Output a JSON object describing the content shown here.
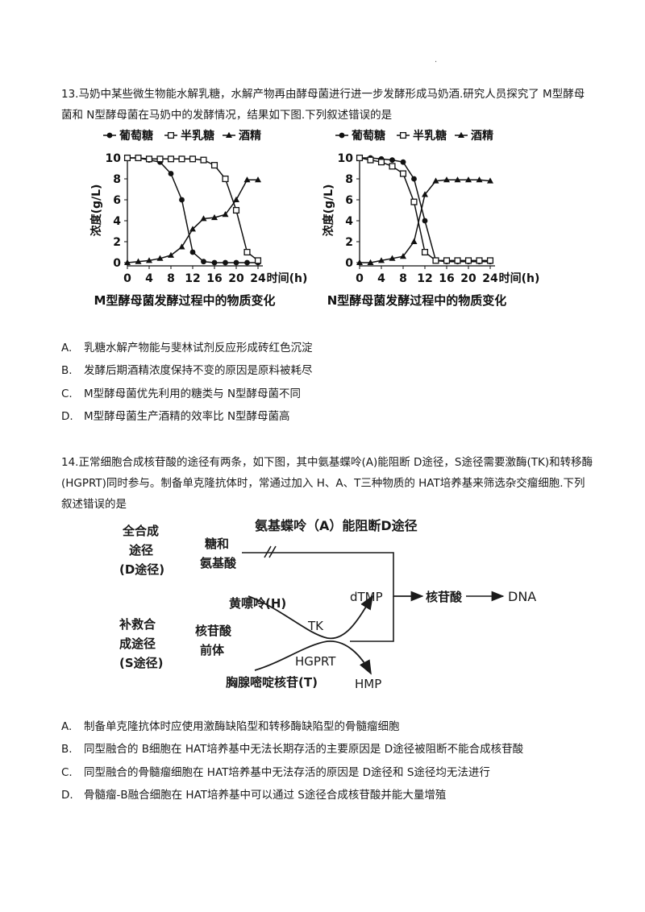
{
  "q13": {
    "stem": "13.马奶中某些微生物能水解乳糖，水解产物再由酵母菌进行进一步发酵形成马奶酒.研究人员探究了 M型酵母菌和 N型酵母菌在马奶中的发酵情况，结果如下图.下列叙述错误的是",
    "legend": [
      "葡萄糖",
      "半乳糖",
      "酒精"
    ],
    "ylabel": "浓度(g/L)",
    "xunit": "时间(h)",
    "options": [
      {
        "key": "A.",
        "text": "乳糖水解产物能与斐林试剂反应形成砖红色沉淀"
      },
      {
        "key": "B.",
        "text": "发酵后期酒精浓度保持不变的原因是原料被耗尽"
      },
      {
        "key": "C.",
        "text": "M型酵母菌优先利用的糖类与 N型酵母菌不同"
      },
      {
        "key": "D.",
        "text": "M型酵母菌生产酒精的效率比 N型酵母菌高"
      }
    ]
  },
  "chart_data": [
    {
      "type": "line",
      "title": "M型酵母菌发酵过程中的物质变化",
      "xlabel": "时间(h)",
      "ylabel": "浓度(g/L)",
      "xlim": [
        0,
        24
      ],
      "ylim": [
        0,
        10
      ],
      "xticks": [
        0,
        4,
        8,
        12,
        16,
        20,
        24
      ],
      "yticks": [
        0,
        2,
        4,
        6,
        8,
        10
      ],
      "series": [
        {
          "name": "葡萄糖",
          "marker": "filled-circle",
          "x": [
            0,
            2,
            4,
            6,
            8,
            10,
            12,
            14,
            16,
            18,
            20,
            22,
            24
          ],
          "y": [
            10,
            10,
            9.8,
            9.6,
            8.5,
            6,
            1,
            0.1,
            0,
            0,
            0,
            0,
            0
          ]
        },
        {
          "name": "半乳糖",
          "marker": "open-square",
          "x": [
            0,
            2,
            4,
            6,
            8,
            10,
            12,
            14,
            16,
            18,
            20,
            22,
            24
          ],
          "y": [
            10,
            10,
            9.9,
            9.9,
            9.9,
            9.9,
            9.9,
            9.8,
            9.3,
            8,
            5,
            1,
            0.2
          ]
        },
        {
          "name": "酒精",
          "marker": "filled-triangle",
          "x": [
            0,
            2,
            4,
            6,
            8,
            10,
            12,
            14,
            16,
            18,
            20,
            22,
            24
          ],
          "y": [
            0,
            0.1,
            0.2,
            0.4,
            0.7,
            1.5,
            3.2,
            4.2,
            4.3,
            4.6,
            6,
            7.9,
            7.9
          ]
        }
      ]
    },
    {
      "type": "line",
      "title": "N型酵母菌发酵过程中的物质变化",
      "xlabel": "时间(h)",
      "ylabel": "浓度(g/L)",
      "xlim": [
        0,
        24
      ],
      "ylim": [
        0,
        10
      ],
      "xticks": [
        0,
        4,
        8,
        12,
        16,
        20,
        24
      ],
      "yticks": [
        0,
        2,
        4,
        6,
        8,
        10
      ],
      "series": [
        {
          "name": "葡萄糖",
          "marker": "filled-circle",
          "x": [
            0,
            2,
            4,
            6,
            8,
            10,
            12,
            14,
            16,
            18,
            20,
            22,
            24
          ],
          "y": [
            10,
            10,
            9.9,
            9.8,
            9.6,
            8,
            4,
            0.2,
            0.1,
            0.1,
            0.1,
            0.1,
            0.1
          ]
        },
        {
          "name": "半乳糖",
          "marker": "open-square",
          "x": [
            0,
            2,
            4,
            6,
            8,
            10,
            12,
            14,
            16,
            18,
            20,
            22,
            24
          ],
          "y": [
            10,
            9.8,
            9.6,
            9.2,
            8.5,
            5.8,
            1,
            0.2,
            0.2,
            0.2,
            0.2,
            0.2,
            0.2
          ]
        },
        {
          "name": "酒精",
          "marker": "filled-triangle",
          "x": [
            0,
            2,
            4,
            6,
            8,
            10,
            12,
            14,
            16,
            18,
            20,
            22,
            24
          ],
          "y": [
            0,
            0,
            0.2,
            0.4,
            0.6,
            2,
            6.5,
            7.8,
            7.9,
            7.9,
            7.9,
            7.9,
            7.8
          ]
        }
      ]
    }
  ],
  "q14": {
    "stem": "14.正常细胞合成核苷酸的途径有两条，如下图，其中氨基蝶呤(A)能阻断 D途径，S途径需要激酶(TK)和转移酶(HGPRT)同时参与。制备单克隆抗体时，常通过加入 H、A、T三种物质的 HAT培养基来筛选杂交瘤细胞.下列叙述错误的是",
    "diagram": {
      "d_path_title": [
        "全合成",
        "途径",
        "(D途径)"
      ],
      "s_path_title": [
        "补救合",
        "成途径",
        "(S途径)"
      ],
      "block_label": "氨基蝶呤（A）能阻断D途径",
      "sugar_aa": [
        "糖和",
        "氨基酸"
      ],
      "nucleotide_precursor": [
        "核苷酸",
        "前体"
      ],
      "hypoxanthine": "黄嘌呤(H)",
      "thymidine": "胸腺嘧啶核苷(T)",
      "dtmp": "dTMP",
      "hmp": "HMP",
      "tk": "TK",
      "hgprt": "HGPRT",
      "nucleotide": "核苷酸",
      "dna": "DNA"
    },
    "options": [
      {
        "key": "A.",
        "text": "制备单克隆抗体时应使用激酶缺陷型和转移酶缺陷型的骨髓瘤细胞"
      },
      {
        "key": "B.",
        "text": "同型融合的 B细胞在 HAT培养基中无法长期存活的主要原因是 D途径被阻断不能合成核苷酸"
      },
      {
        "key": "C.",
        "text": "同型融合的骨髓瘤细胞在 HAT培养基中无法存活的原因是 D途径和 S途径均无法进行"
      },
      {
        "key": "D.",
        "text": "骨髓瘤-B融合细胞在 HAT培养基中可以通过 S途径合成核苷酸并能大量增殖"
      }
    ]
  }
}
